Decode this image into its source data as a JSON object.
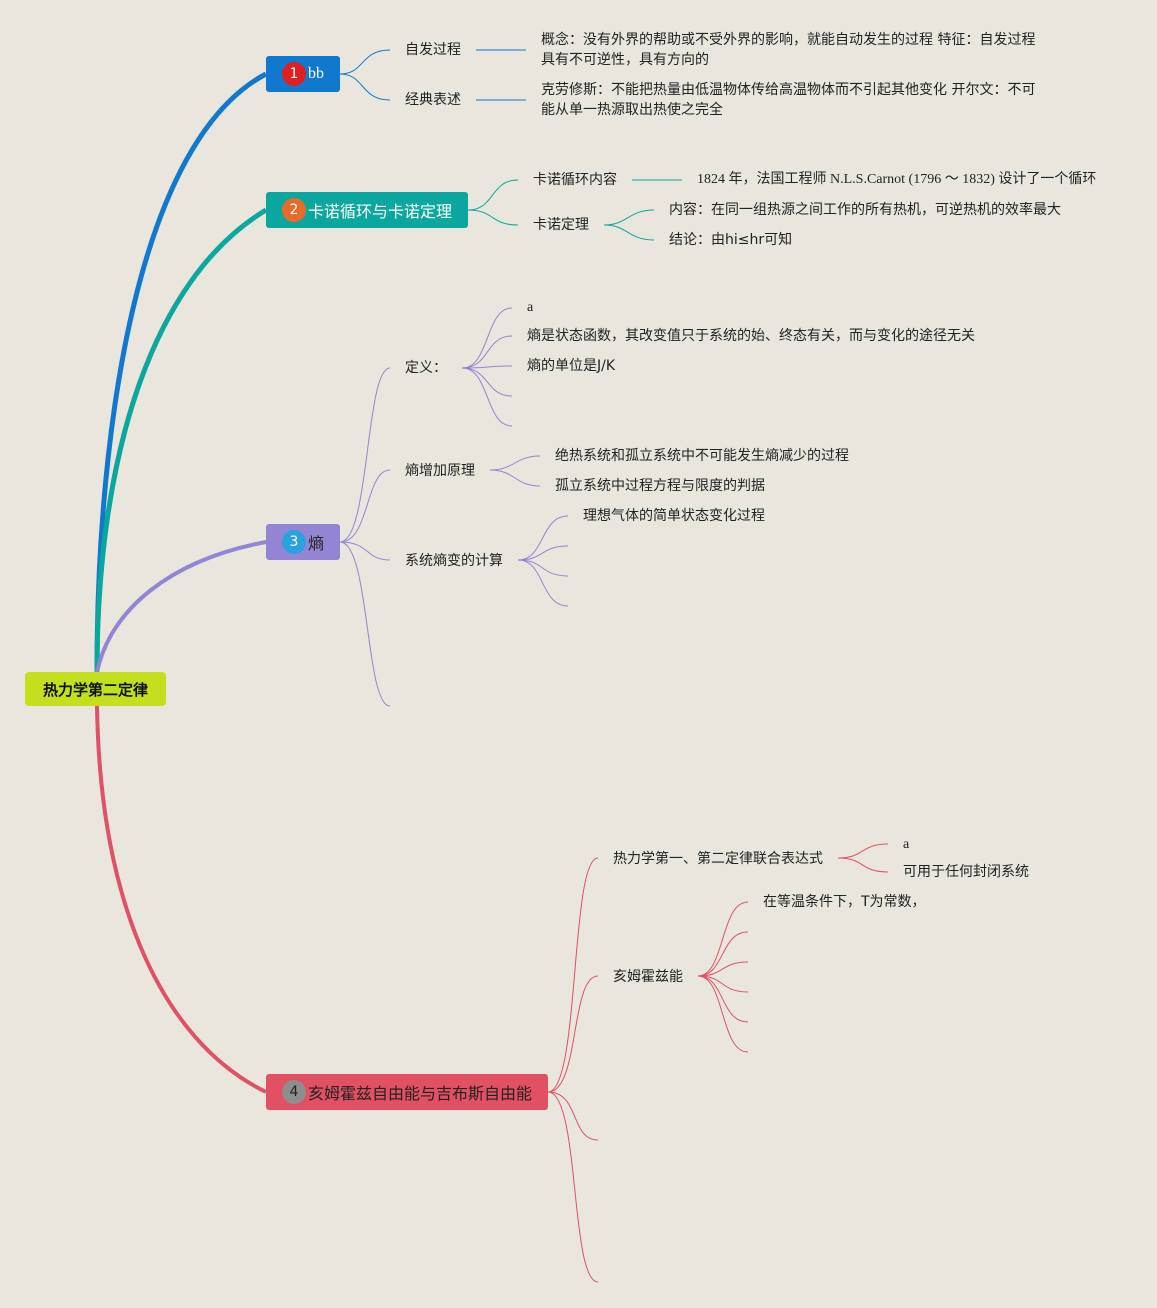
{
  "root": {
    "label": "热力学第二定律"
  },
  "branch1": {
    "badge": "1",
    "title": "bb",
    "color": "#1178cf",
    "badge_color": "#e02020",
    "children": [
      {
        "label": "自发过程",
        "detail_line1": "概念：没有外界的帮助或不受外界的影响，就能自动发生的过程 特征：自发过程",
        "detail_line2": "具有不可逆性，具有方向的"
      },
      {
        "label": "经典表述",
        "detail_line1": "克劳修斯：不能把热量由低温物体传给高温物体而不引起其他变化 开尔文：不可",
        "detail_line2": "能从单一热源取出热使之完全"
      }
    ]
  },
  "branch2": {
    "badge": "2",
    "title": "卡诺循环与卡诺定理",
    "color": "#09a79d",
    "badge_color": "#e96b2a",
    "children": [
      {
        "label": "卡诺循环内容",
        "detail": "1824 年，法国工程师 N.L.S.Carnot (1796 ～ 1832) 设计了一个循环"
      },
      {
        "label": "卡诺定理",
        "items": [
          "内容：在同一组热源之间工作的所有热机，可逆热机的效率最大",
          "结论：由hi≤hr可知"
        ]
      }
    ]
  },
  "branch3": {
    "badge": "3",
    "title": "熵",
    "color": "#9484d4",
    "badge_color": "#29a3e0",
    "children": [
      {
        "label": "定义：",
        "items": [
          "a",
          "熵是状态函数，其改变值只于系统的始、终态有关，而与变化的途径无关",
          "熵的单位是J/K"
        ]
      },
      {
        "label": "熵增加原理",
        "items": [
          "绝热系统和孤立系统中不可能发生熵减少的过程",
          "孤立系统中过程方程与限度的判据"
        ]
      },
      {
        "label": "系统熵变的计算",
        "items": [
          "理想气体的简单状态变化过程"
        ]
      }
    ]
  },
  "branch4": {
    "badge": "4",
    "title": "亥姆霍兹自由能与吉布斯自由能",
    "color": "#e25063",
    "badge_color": "#8e8e8e",
    "children": [
      {
        "label": "热力学第一、第二定律联合表达式",
        "items": [
          "a",
          "可用于任何封闭系统"
        ]
      },
      {
        "label": "亥姆霍兹能",
        "items": [
          "在等温条件下，T为常数，"
        ]
      }
    ]
  }
}
